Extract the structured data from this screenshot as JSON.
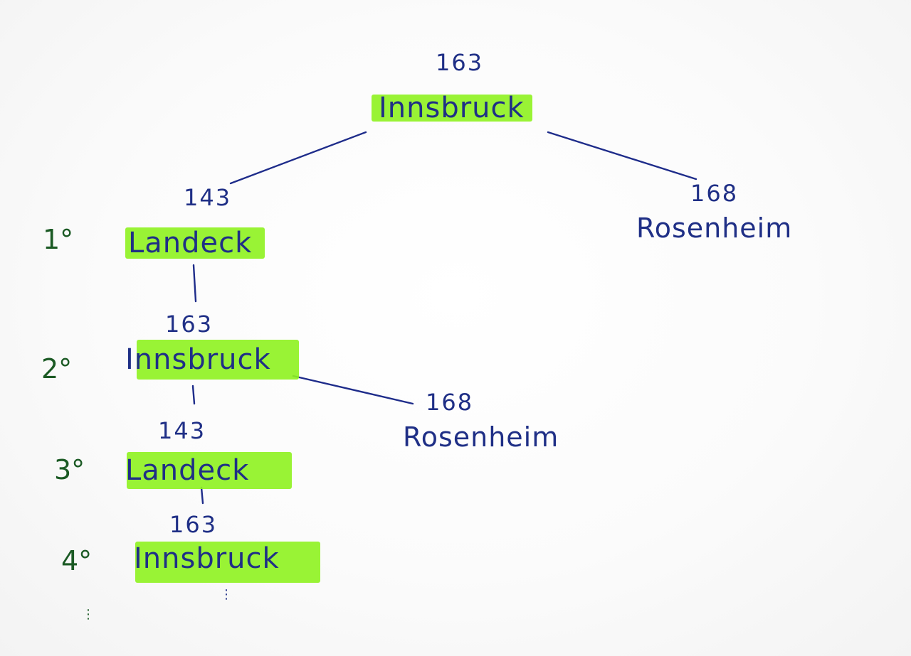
{
  "root": {
    "name": "Innsbruck",
    "value": "163"
  },
  "root_children": [
    {
      "name": "Landeck",
      "value": "143"
    },
    {
      "name": "Rosenheim",
      "value": "168"
    }
  ],
  "steps": [
    {
      "label": "1°",
      "name": "Landeck",
      "value": "143"
    },
    {
      "label": "2°",
      "name": "Innsbruck",
      "value": "163"
    },
    {
      "label": "3°",
      "name": "Landeck",
      "value": "143"
    },
    {
      "label": "4°",
      "name": "Innsbruck",
      "value": "163"
    }
  ],
  "step2_branch": {
    "name": "Rosenheim",
    "value": "168"
  },
  "continuation": {
    "dots": "⋮"
  },
  "colors": {
    "ink": "#1f2f86",
    "highlight": "#8ef21f",
    "step_label": "#1b5a24"
  }
}
